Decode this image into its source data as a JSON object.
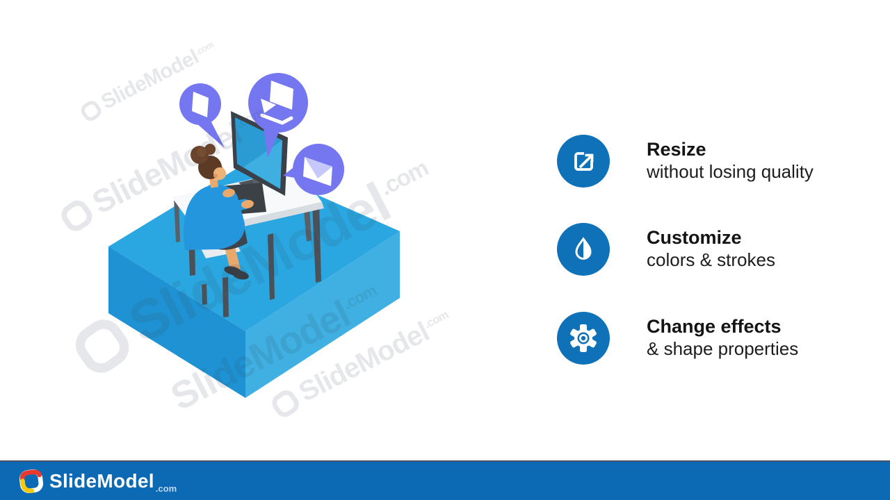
{
  "features": [
    {
      "title": "Resize",
      "subtitle": "without losing quality",
      "icon": "resize-icon"
    },
    {
      "title": "Customize",
      "subtitle": "colors & strokes",
      "icon": "droplet-icon"
    },
    {
      "title": "Change effects",
      "subtitle": "& shape properties",
      "icon": "gear-icon"
    }
  ],
  "watermark": {
    "brand": "SlideModel",
    "tld": ".com"
  },
  "footer": {
    "brand": "SlideModel",
    "tld": ".com"
  },
  "illustration": {
    "bubble_icons": [
      "document-icon",
      "download-icon",
      "email-icon"
    ]
  },
  "colors": {
    "accent_blue": "#0F71B8",
    "footer_bar": "#0C6AB4",
    "bubble_purple": "#7577F0",
    "platform_top": "#2AA7E0",
    "platform_left": "#1E92D2",
    "platform_right": "#3FB0E1",
    "title_text": "#141414"
  }
}
